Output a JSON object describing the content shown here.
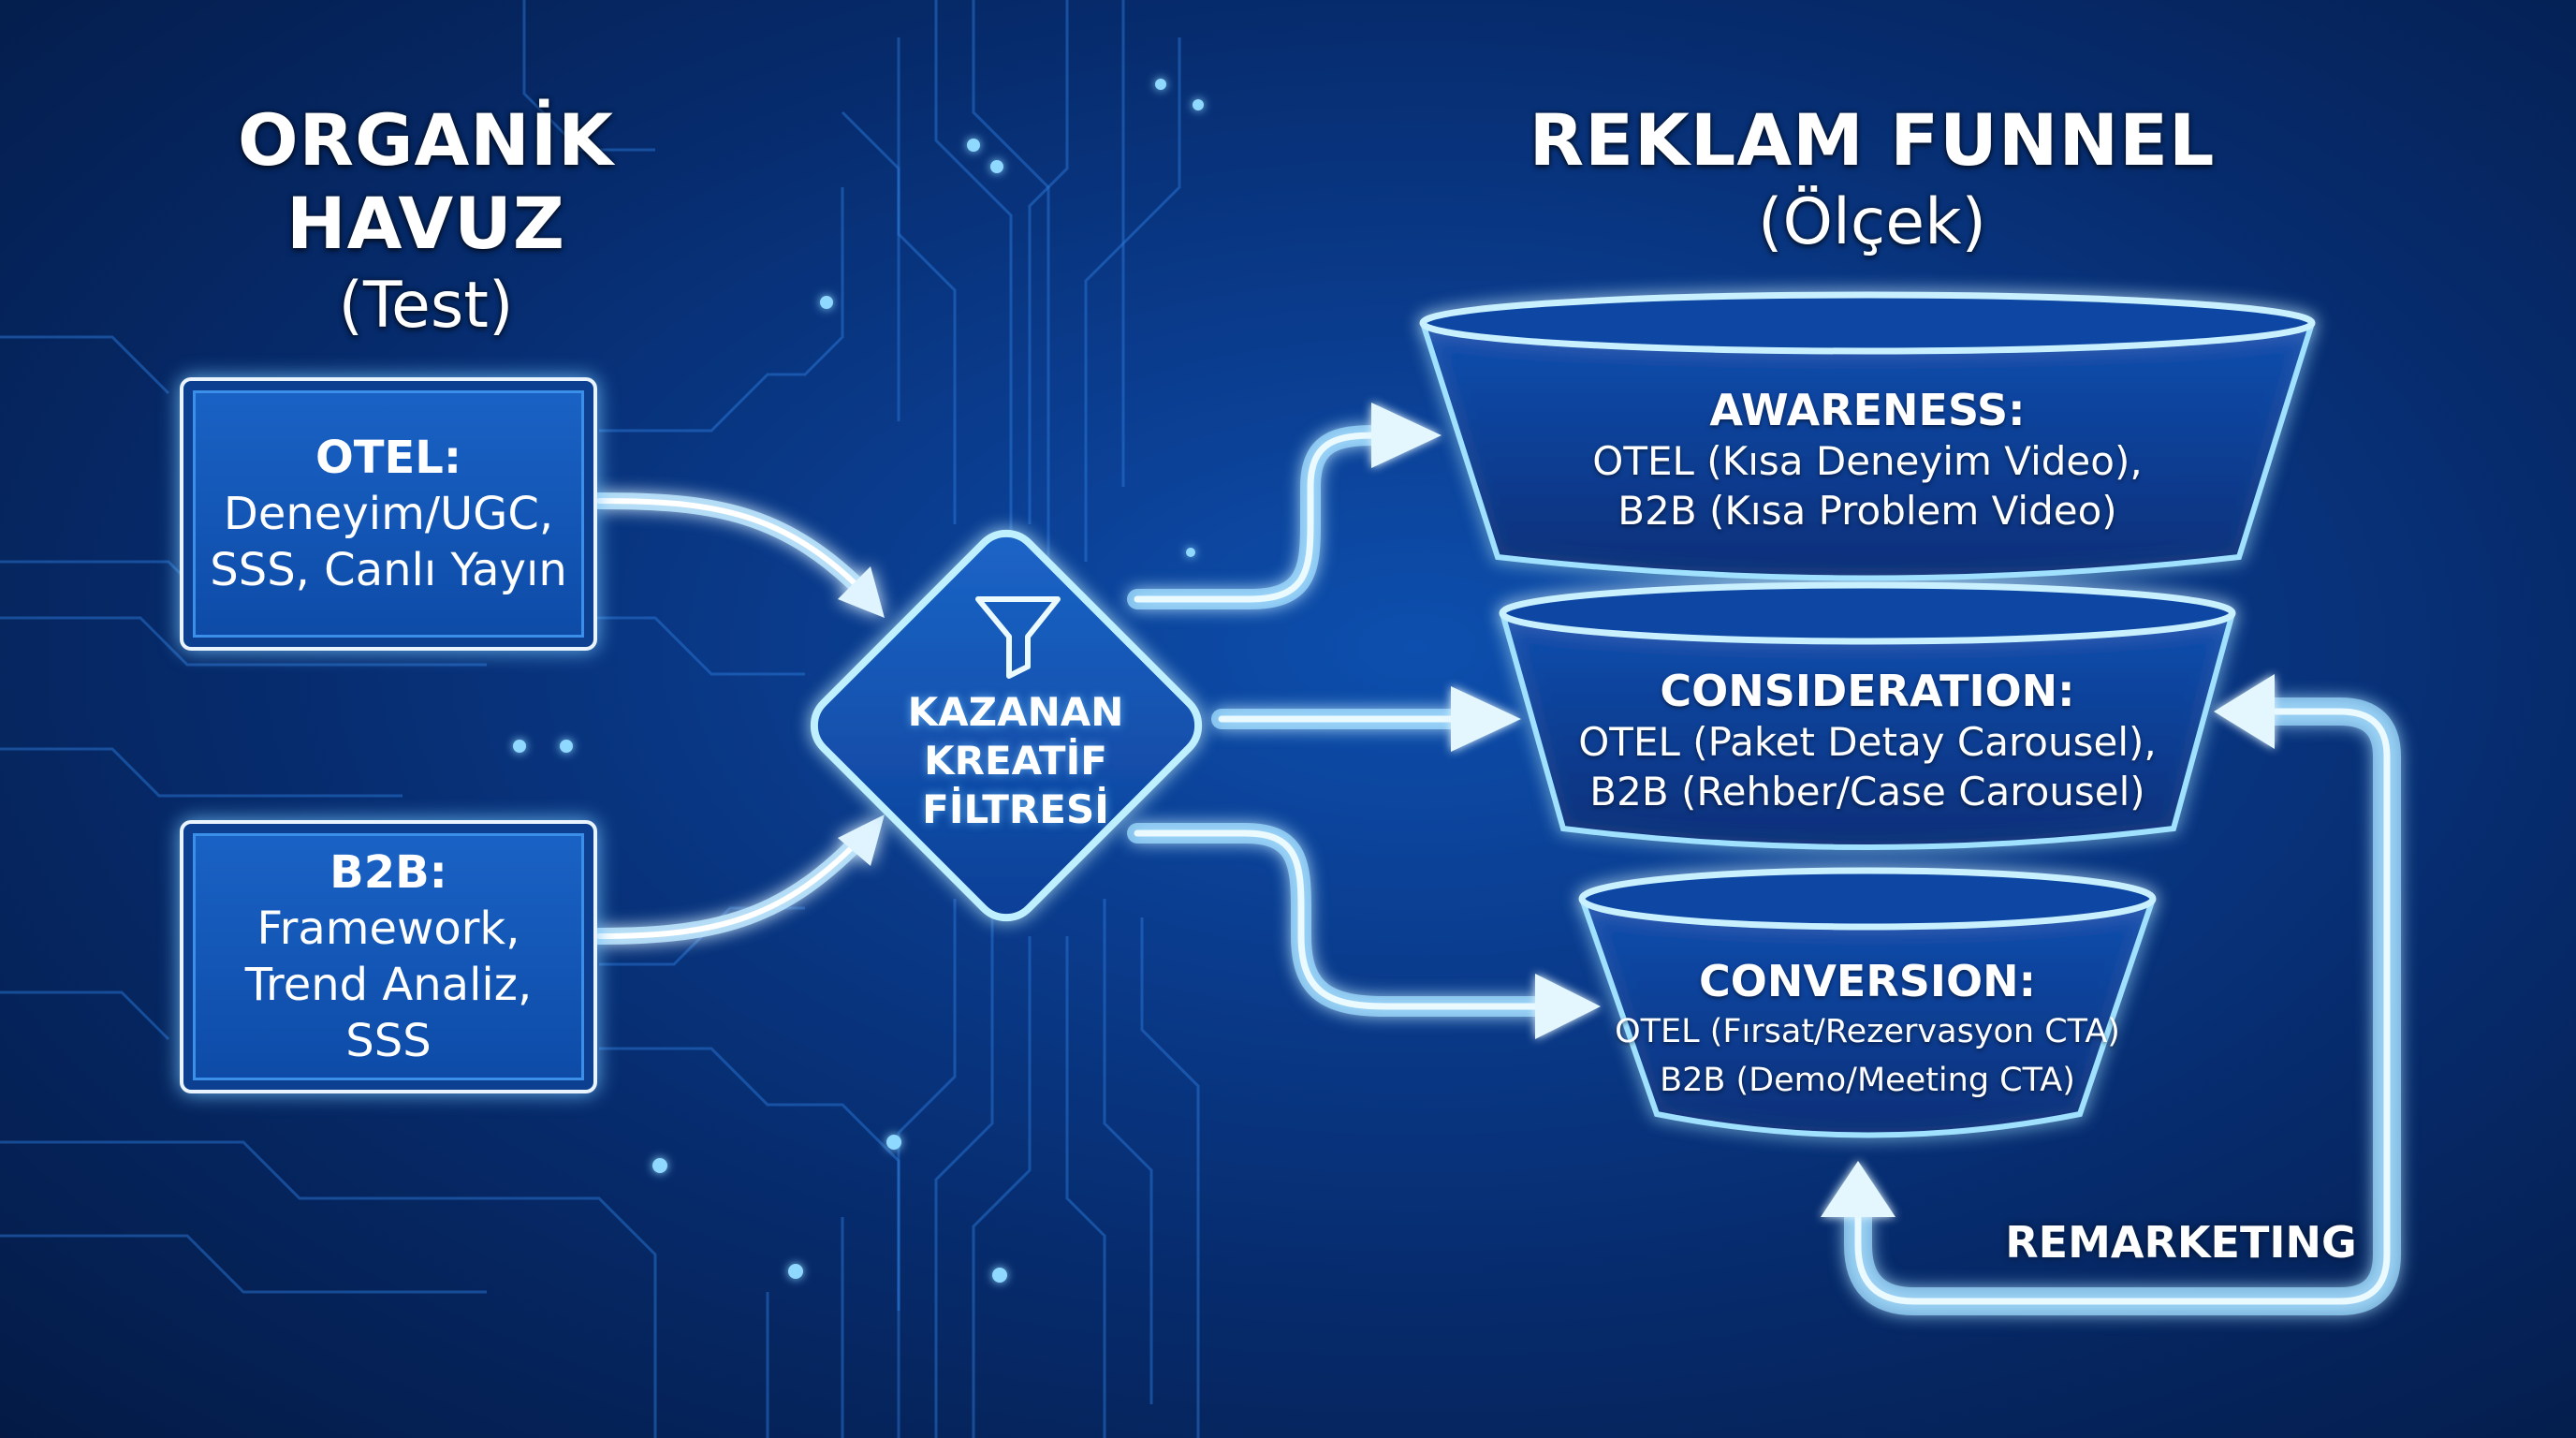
{
  "left": {
    "title": "ORGANİK HAVUZ",
    "subtitle": "(Test)"
  },
  "right": {
    "title": "REKLAM FUNNEL",
    "subtitle": "(Ölçek)"
  },
  "sources": [
    {
      "title": "OTEL:",
      "lines": [
        "Deneyim/UGC,",
        "SSS, Canlı Yayın"
      ]
    },
    {
      "title": "B2B:",
      "lines": [
        "Framework,",
        "Trend Analiz,",
        "SSS"
      ]
    }
  ],
  "filter": {
    "lines": [
      "KAZANAN",
      "KREATİF",
      "FİLTRESİ"
    ],
    "icon": "funnel-icon"
  },
  "tiers": [
    {
      "title": "AWARENESS:",
      "lines": [
        "OTEL (Kısa Deneyim Video),",
        "B2B (Kısa Problem Video)"
      ]
    },
    {
      "title": "CONSIDERATION:",
      "lines": [
        "OTEL (Paket Detay Carousel),",
        "B2B (Rehber/Case Carousel)"
      ]
    },
    {
      "title": "CONVERSION:",
      "lines": [
        "OTEL (Fırsat/Rezervasyon CTA)",
        "B2B (Demo/Meeting CTA)"
      ]
    }
  ],
  "remarketing": "REMARKETING",
  "colors": {
    "glow": "#7fd3ff",
    "line": "#cfeeff",
    "box_fill": "#1559bb",
    "background": "#062a6a"
  }
}
